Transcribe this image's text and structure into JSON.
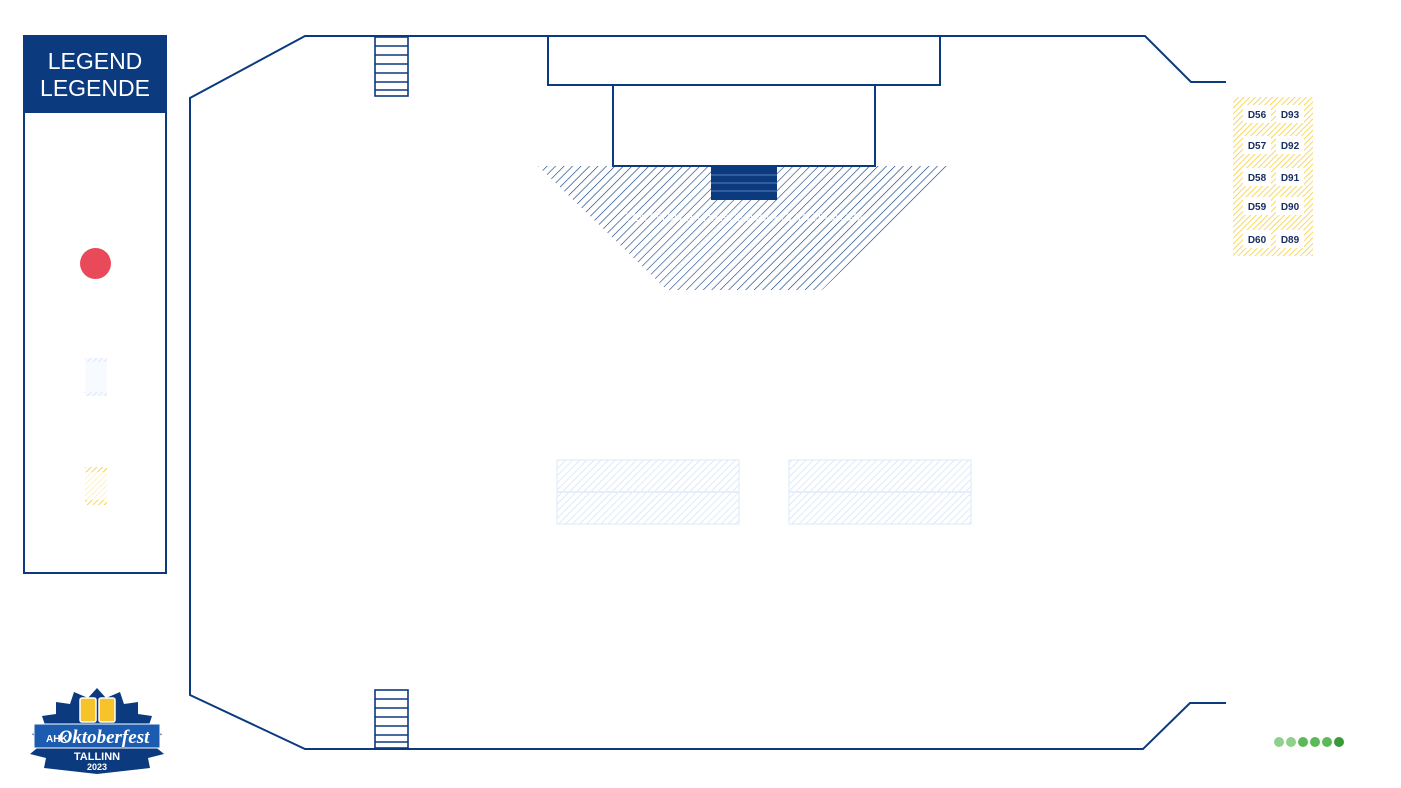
{
  "legend": {
    "title_en": "LEGEND",
    "title_de": "LEGENDE",
    "items": [
      {
        "icon": "red-circle-icon",
        "color": "#e84a5a"
      },
      {
        "icon": "blue-hatched-table-icon",
        "color": "#cfe1f7"
      },
      {
        "icon": "yellow-hatched-table-icon",
        "color": "#f6cf3a"
      }
    ]
  },
  "floor": {
    "dance_area_label": "TANTSUALA | DANCE AREA | TANZFLÄCHE",
    "booths_left": [
      "D56",
      "D57",
      "D58",
      "D59",
      "D60"
    ],
    "booths_right": [
      "D93",
      "D92",
      "D91",
      "D90",
      "D89"
    ]
  },
  "logo": {
    "brand": "AHK",
    "name": "Oktoberfest",
    "city": "TALLINN",
    "year": "2023"
  },
  "colors": {
    "primary": "#0b3a7e",
    "booth_yellow": "#f6cf3a",
    "table_blue": "#cfe1f7",
    "pager_light": "#8fd08a",
    "pager_dark": "#3a9b36"
  },
  "pager": {
    "count": 6,
    "active_index": 5
  }
}
